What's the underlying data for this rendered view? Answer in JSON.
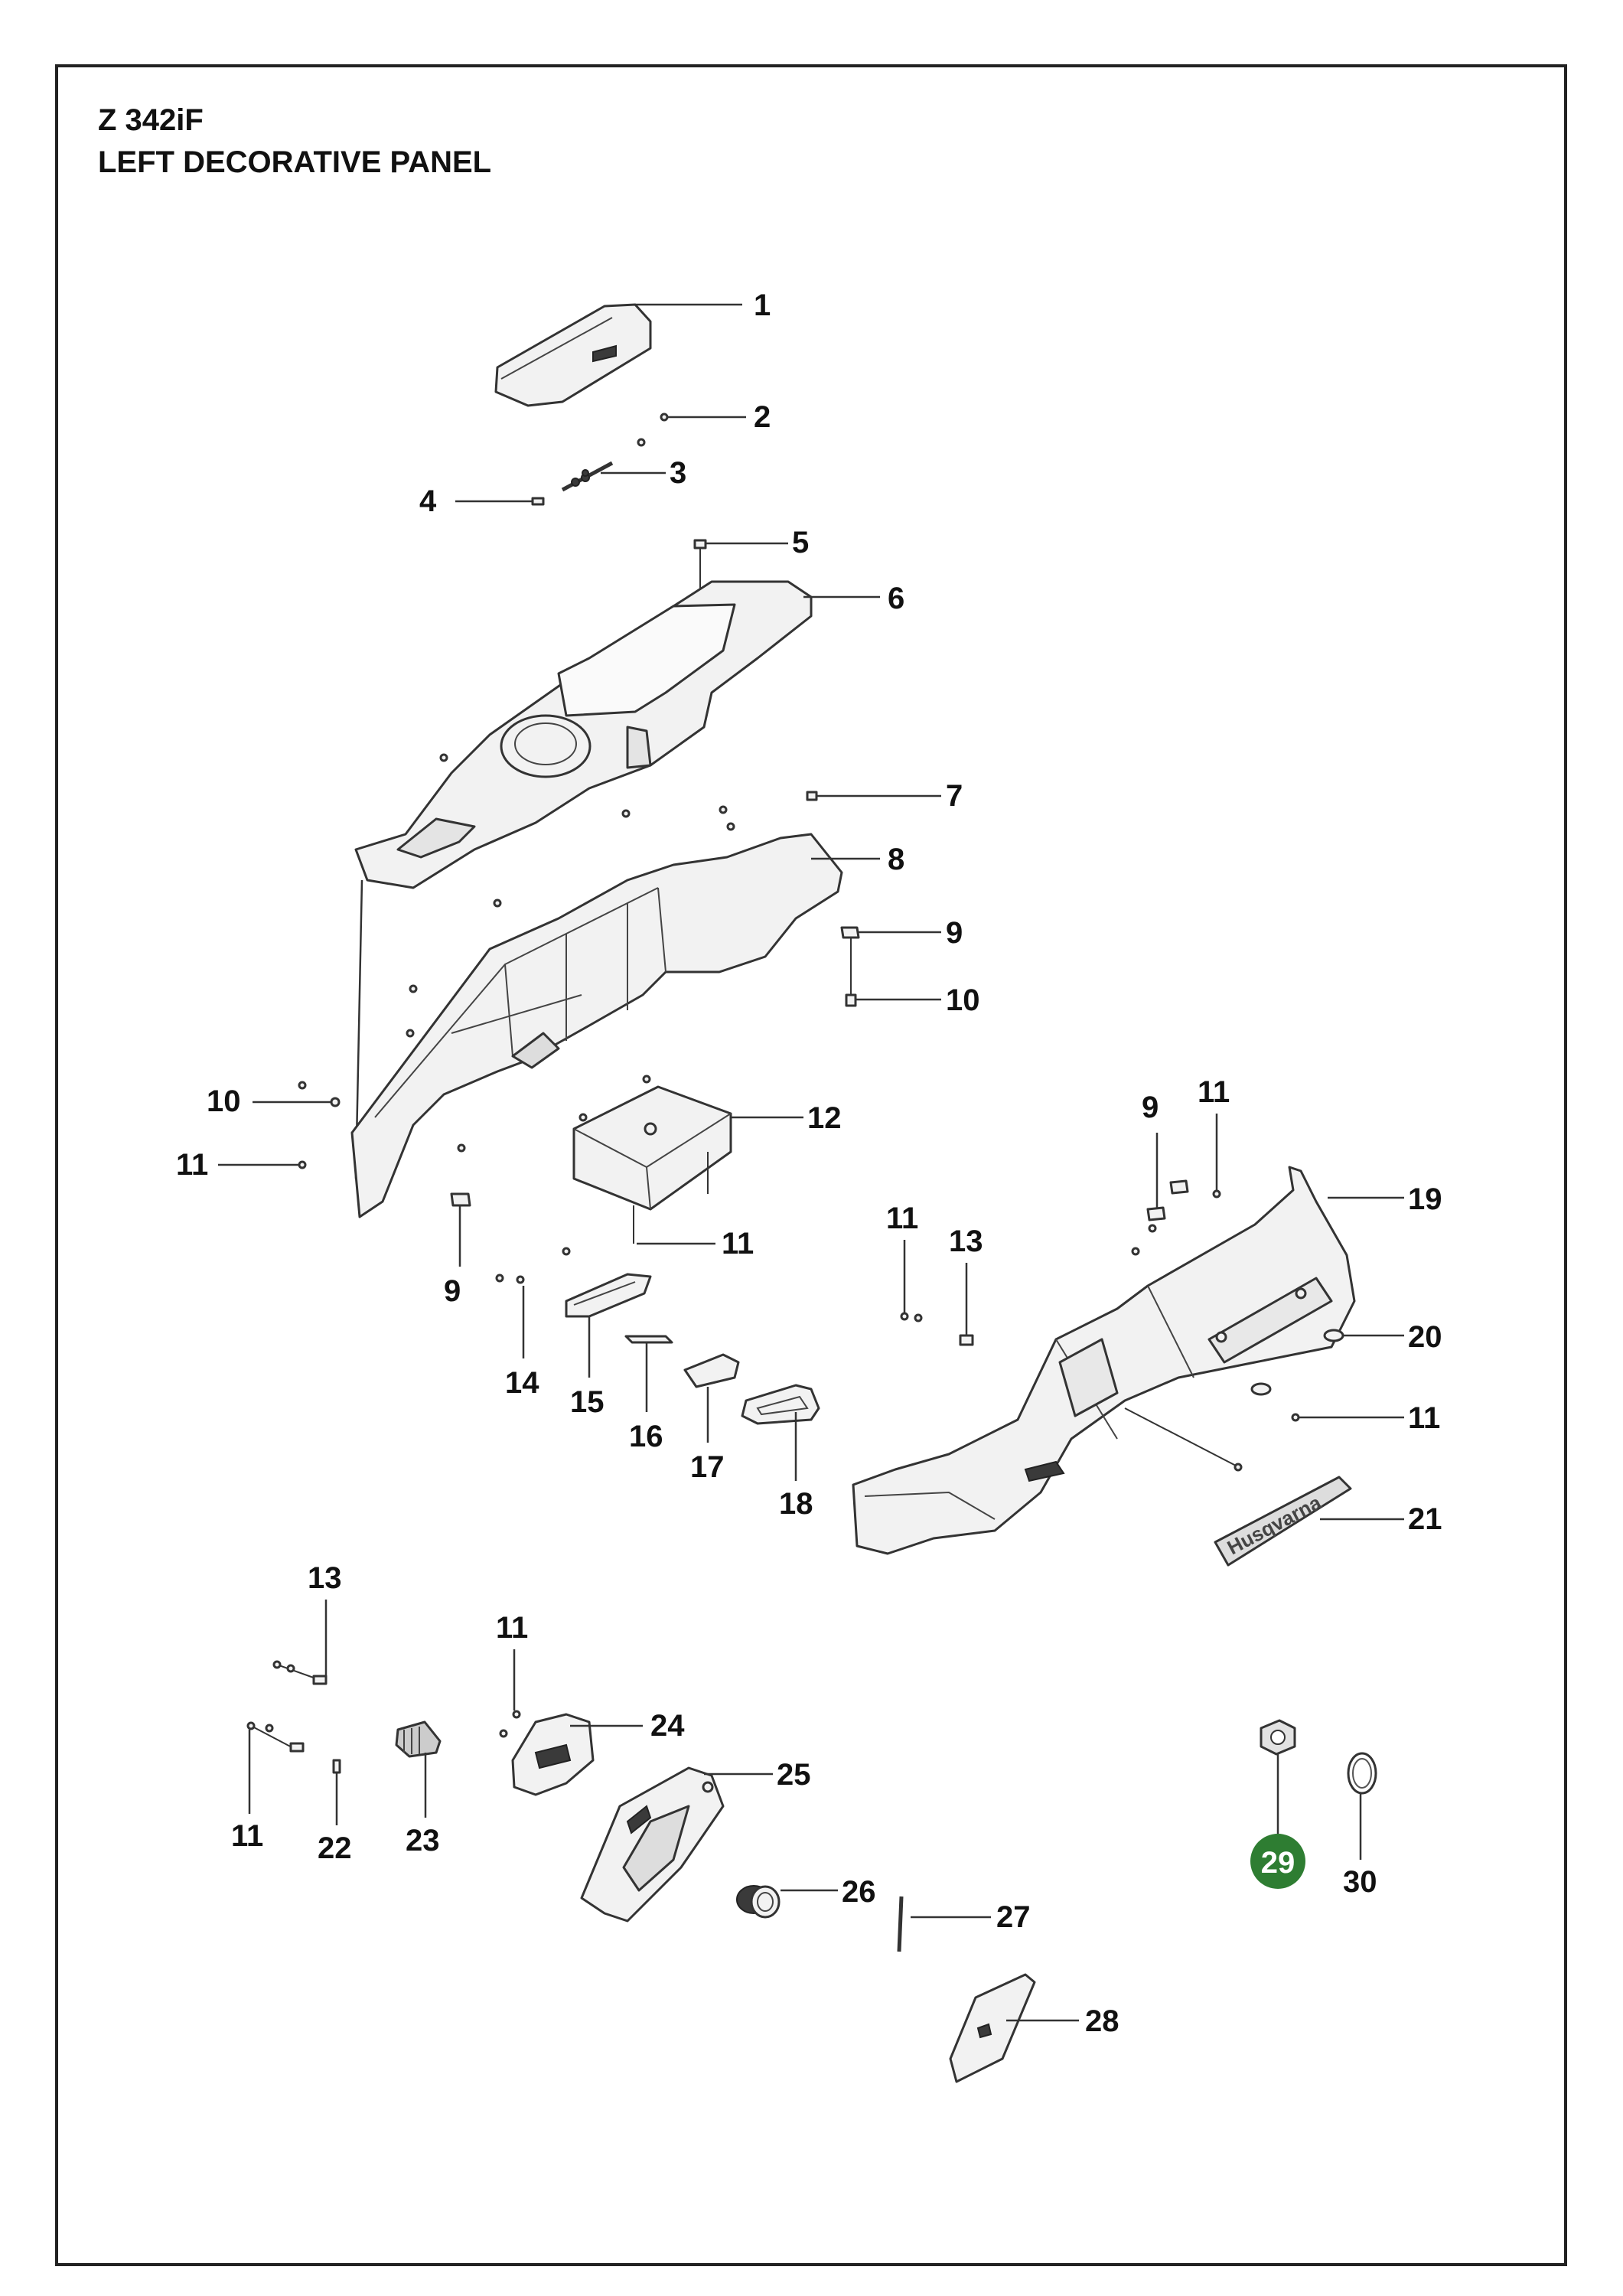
{
  "header": {
    "model": "Z 342iF",
    "title": "LEFT DECORATIVE PANEL"
  },
  "callouts": {
    "c1": "1",
    "c2": "2",
    "c3": "3",
    "c4": "4",
    "c5": "5",
    "c6": "6",
    "c7": "7",
    "c8": "8",
    "c9a": "9",
    "c10a": "10",
    "c10b": "10",
    "c11a": "11",
    "c12": "12",
    "c9b": "9",
    "c11b": "11",
    "c9c": "9",
    "c11c": "11",
    "c19": "19",
    "c11d": "11",
    "c13a": "13",
    "c20": "20",
    "c14": "14",
    "c15": "15",
    "c16": "16",
    "c17": "17",
    "c18": "18",
    "c11e": "11",
    "c21": "21",
    "c13b": "13",
    "c11f": "11",
    "c24": "24",
    "c25": "25",
    "c11g": "11",
    "c22": "22",
    "c23": "23",
    "c26": "26",
    "c27": "27",
    "c28": "28",
    "c29": "29",
    "c30": "30"
  },
  "logo_text": "Husqvarna",
  "colors": {
    "highlight": "#2e7d32",
    "highlight_text": "#ffffff",
    "line": "#333333"
  }
}
